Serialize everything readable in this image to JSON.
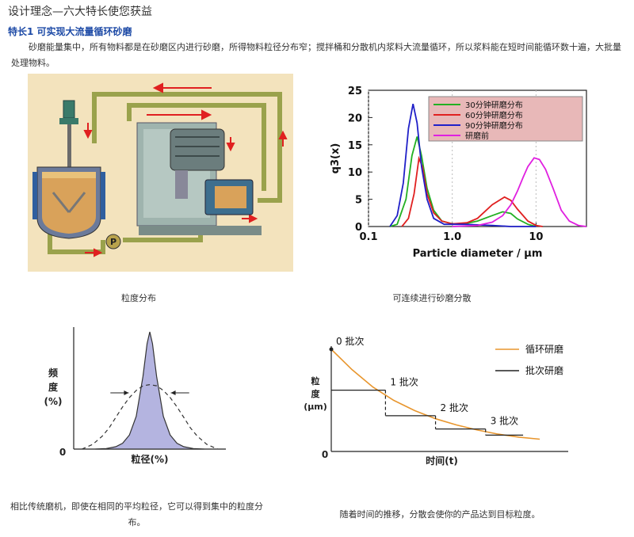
{
  "page": {
    "title": "设计理念—六大特长使您获益",
    "feature_title": "特长1 可实现大流量循环砂磨",
    "intro": "砂磨能量集中，所有物料都是在砂磨区内进行砂磨，所得物料粒径分布窄；搅拌桶和分散机内浆料大流量循环，所以浆料能在短时间能循环数十遍，大批量处理物料。"
  },
  "machine": {
    "pump_label": "P"
  },
  "captions": {
    "machine": "粒度分布",
    "particle_chart": "可连续进行砂磨分散",
    "distribution": "相比传统磨机，即使在相同的平均粒径，它可以得到集中的粒度分布。",
    "time_chart": "随着时间的推移，分散会使你的产品达到目标粒度。"
  },
  "chart_data": [
    {
      "type": "line",
      "xlabel": "Particle diameter / μm",
      "ylabel": "q3(x)",
      "x_scale": "log",
      "xlim": [
        0.1,
        40
      ],
      "ylim": [
        0,
        25
      ],
      "x_ticks": [
        "0.1",
        "1.0",
        "10"
      ],
      "y_ticks": [
        "0",
        "5",
        "10",
        "15",
        "20",
        "25"
      ],
      "legend_position": "top-right",
      "series": [
        {
          "name": "30分钟研磨分布",
          "color": "#22b022",
          "points": [
            [
              0.18,
              0
            ],
            [
              0.22,
              0.4
            ],
            [
              0.28,
              5
            ],
            [
              0.33,
              13
            ],
            [
              0.38,
              16.5
            ],
            [
              0.43,
              13
            ],
            [
              0.5,
              7
            ],
            [
              0.6,
              3
            ],
            [
              0.75,
              1
            ],
            [
              1.0,
              0.5
            ],
            [
              1.5,
              0.6
            ],
            [
              2.0,
              1
            ],
            [
              3.0,
              2
            ],
            [
              4.0,
              2.7
            ],
            [
              5.0,
              2.4
            ],
            [
              6.0,
              1.4
            ],
            [
              8.0,
              0.4
            ],
            [
              10.0,
              0
            ]
          ]
        },
        {
          "name": "60分钟研磨分布",
          "color": "#e02020",
          "points": [
            [
              0.25,
              0
            ],
            [
              0.3,
              1.5
            ],
            [
              0.35,
              6
            ],
            [
              0.4,
              12.5
            ],
            [
              0.44,
              11
            ],
            [
              0.5,
              6
            ],
            [
              0.6,
              2.5
            ],
            [
              0.75,
              1
            ],
            [
              1.0,
              0.5
            ],
            [
              1.5,
              0.7
            ],
            [
              2.0,
              1.5
            ],
            [
              3.0,
              4
            ],
            [
              4.2,
              5.4
            ],
            [
              5.0,
              4.8
            ],
            [
              6.0,
              3.2
            ],
            [
              8.0,
              1
            ],
            [
              10.0,
              0.2
            ],
            [
              12.0,
              0
            ]
          ]
        },
        {
          "name": "90分钟研磨分布",
          "color": "#2020c8",
          "points": [
            [
              0.18,
              0
            ],
            [
              0.22,
              2
            ],
            [
              0.26,
              8
            ],
            [
              0.3,
              18
            ],
            [
              0.34,
              22.5
            ],
            [
              0.38,
              19
            ],
            [
              0.43,
              11
            ],
            [
              0.5,
              5
            ],
            [
              0.6,
              1.5
            ],
            [
              0.8,
              0.4
            ],
            [
              1.0,
              0.4
            ],
            [
              1.4,
              0.4
            ],
            [
              2.0,
              0.3
            ],
            [
              3.0,
              0.2
            ],
            [
              5.0,
              0
            ],
            [
              10.0,
              0
            ]
          ]
        },
        {
          "name": "研磨前",
          "color": "#e020e0",
          "points": [
            [
              1.0,
              0
            ],
            [
              2.0,
              0.2
            ],
            [
              3.0,
              0.8
            ],
            [
              4.0,
              2
            ],
            [
              5.0,
              4
            ],
            [
              6.0,
              6.5
            ],
            [
              7.0,
              9
            ],
            [
              8.0,
              11
            ],
            [
              9.5,
              12.6
            ],
            [
              11.0,
              12.3
            ],
            [
              13.0,
              10.5
            ],
            [
              16.0,
              7
            ],
            [
              20.0,
              3
            ],
            [
              25.0,
              1
            ],
            [
              32.0,
              0.2
            ],
            [
              40.0,
              0
            ]
          ]
        }
      ]
    },
    {
      "type": "area",
      "xlabel": "粒径(%)",
      "ylabel": "频度(%)",
      "origin_label": "0",
      "series": [
        {
          "fill": "#b4b4e0",
          "stroke": "#333333",
          "points": [
            [
              -4,
              0
            ],
            [
              -3.2,
              0.5
            ],
            [
              -2.5,
              2
            ],
            [
              -2,
              5
            ],
            [
              -1.5,
              12
            ],
            [
              -1,
              28
            ],
            [
              -0.5,
              62
            ],
            [
              -0.2,
              90
            ],
            [
              0,
              100
            ],
            [
              0.2,
              90
            ],
            [
              0.5,
              62
            ],
            [
              1,
              28
            ],
            [
              1.5,
              12
            ],
            [
              2,
              5
            ],
            [
              2.5,
              2
            ],
            [
              3.2,
              0.5
            ],
            [
              4,
              0
            ]
          ]
        },
        {
          "stroke": "#333333",
          "dashed": true,
          "points": [
            [
              -5,
              0
            ],
            [
              -4.2,
              4
            ],
            [
              -3.5,
              11
            ],
            [
              -3,
              18
            ],
            [
              -2.5,
              27
            ],
            [
              -2,
              36
            ],
            [
              -1.5,
              44
            ],
            [
              -1,
              50
            ],
            [
              -0.5,
              54
            ],
            [
              0,
              55
            ],
            [
              0.5,
              54
            ],
            [
              1,
              50
            ],
            [
              1.5,
              44
            ],
            [
              2,
              36
            ],
            [
              2.5,
              27
            ],
            [
              3,
              18
            ],
            [
              3.5,
              11
            ],
            [
              4.2,
              4
            ],
            [
              5,
              0
            ]
          ]
        }
      ]
    },
    {
      "type": "line",
      "xlabel": "时间(t)",
      "ylabel": "粒度(μm)",
      "origin_label": "0",
      "legend_position": "top-right",
      "annotations": [
        "0 批次",
        "1 批次",
        "2 批次",
        "3 批次"
      ],
      "series": [
        {
          "name": "循环研磨",
          "color": "#e8962e",
          "points": [
            [
              0,
              100
            ],
            [
              0.1,
              80
            ],
            [
              0.2,
              63
            ],
            [
              0.3,
              50
            ],
            [
              0.4,
              40
            ],
            [
              0.5,
              32
            ],
            [
              0.6,
              26
            ],
            [
              0.7,
              21
            ],
            [
              0.8,
              17
            ],
            [
              0.9,
              14
            ],
            [
              1.0,
              12
            ]
          ]
        },
        {
          "name": "批次研磨",
          "color": "#222222",
          "points": [
            [
              0,
              60
            ],
            [
              0.26,
              60
            ],
            [
              0.26,
              35
            ],
            [
              0.5,
              35
            ],
            [
              0.5,
              22
            ],
            [
              0.74,
              22
            ],
            [
              0.74,
              16
            ],
            [
              0.92,
              16
            ]
          ]
        }
      ]
    }
  ]
}
